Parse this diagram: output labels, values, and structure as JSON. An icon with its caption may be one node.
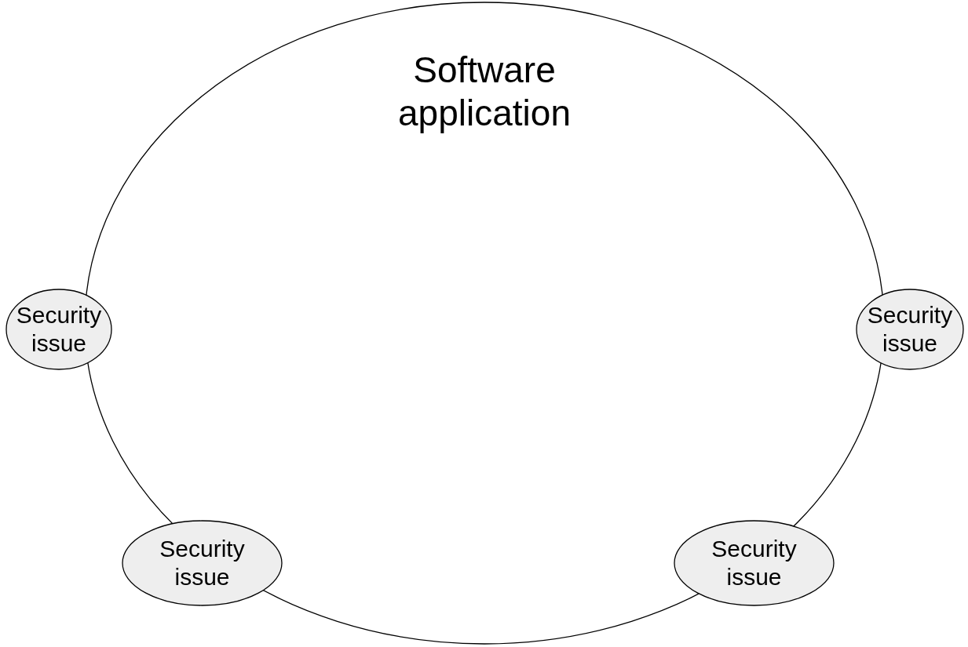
{
  "diagram": {
    "nodes": [
      {
        "text": [
          "Software application"
        ]
      },
      {
        "text": [
          "Security issue"
        ]
      },
      {
        "text": [
          "Security issue"
        ]
      },
      {
        "text": [
          "Security issue"
        ]
      },
      {
        "text": [
          "Security issue"
        ]
      }
    ],
    "edges": []
  }
}
